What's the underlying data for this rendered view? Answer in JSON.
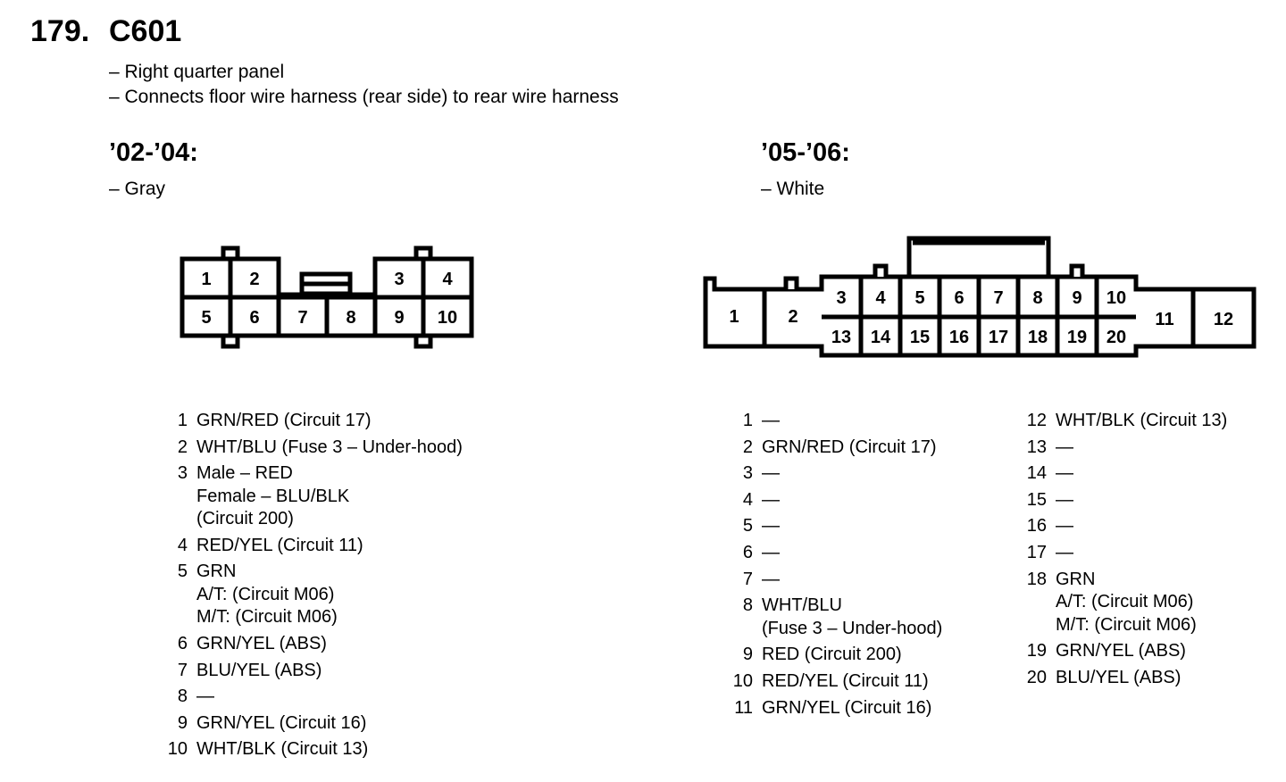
{
  "header": {
    "number": "179.",
    "connector": "C601"
  },
  "description": [
    "– Right quarter panel",
    "– Connects floor wire harness (rear side) to rear wire harness"
  ],
  "left": {
    "heading": "’02-’04:",
    "color": "– Gray",
    "cavities": [
      "1",
      "2",
      "3",
      "4",
      "5",
      "6",
      "7",
      "8",
      "9",
      "10"
    ],
    "pins": [
      {
        "num": "1",
        "lines": [
          "GRN/RED (Circuit 17)"
        ]
      },
      {
        "num": "2",
        "lines": [
          "WHT/BLU (Fuse 3 – Under-hood)"
        ]
      },
      {
        "num": "3",
        "lines": [
          "Male – RED",
          "Female – BLU/BLK",
          "(Circuit 200)"
        ]
      },
      {
        "num": "4",
        "lines": [
          "RED/YEL (Circuit 11)"
        ]
      },
      {
        "num": "5",
        "lines": [
          "GRN",
          "A/T: (Circuit M06)",
          "M/T: (Circuit M06)"
        ]
      },
      {
        "num": "6",
        "lines": [
          "GRN/YEL (ABS)"
        ]
      },
      {
        "num": "7",
        "lines": [
          "BLU/YEL (ABS)"
        ]
      },
      {
        "num": "8",
        "lines": [
          "—"
        ]
      },
      {
        "num": "9",
        "lines": [
          "GRN/YEL (Circuit 16)"
        ]
      },
      {
        "num": "10",
        "lines": [
          "WHT/BLK (Circuit 13)"
        ]
      }
    ]
  },
  "right": {
    "heading": "’05-’06:",
    "color": "– White",
    "cavities": [
      "1",
      "2",
      "3",
      "4",
      "5",
      "6",
      "7",
      "8",
      "9",
      "10",
      "11",
      "12",
      "13",
      "14",
      "15",
      "16",
      "17",
      "18",
      "19",
      "20"
    ],
    "pins_col1": [
      {
        "num": "1",
        "lines": [
          "—"
        ]
      },
      {
        "num": "2",
        "lines": [
          "GRN/RED (Circuit 17)"
        ]
      },
      {
        "num": "3",
        "lines": [
          "—"
        ]
      },
      {
        "num": "4",
        "lines": [
          "—"
        ]
      },
      {
        "num": "5",
        "lines": [
          "—"
        ]
      },
      {
        "num": "6",
        "lines": [
          "—"
        ]
      },
      {
        "num": "7",
        "lines": [
          "—"
        ]
      },
      {
        "num": "8",
        "lines": [
          "WHT/BLU",
          "(Fuse 3 – Under-hood)"
        ]
      },
      {
        "num": "9",
        "lines": [
          "RED (Circuit 200)"
        ]
      },
      {
        "num": "10",
        "lines": [
          "RED/YEL (Circuit 11)"
        ]
      },
      {
        "num": "11",
        "lines": [
          "GRN/YEL (Circuit 16)"
        ]
      }
    ],
    "pins_col2": [
      {
        "num": "12",
        "lines": [
          "WHT/BLK (Circuit 13)"
        ]
      },
      {
        "num": "13",
        "lines": [
          "—"
        ]
      },
      {
        "num": "14",
        "lines": [
          "—"
        ]
      },
      {
        "num": "15",
        "lines": [
          "—"
        ]
      },
      {
        "num": "16",
        "lines": [
          "—"
        ]
      },
      {
        "num": "17",
        "lines": [
          "—"
        ]
      },
      {
        "num": "18",
        "lines": [
          "GRN",
          "A/T: (Circuit M06)",
          "M/T: (Circuit M06)"
        ]
      },
      {
        "num": "19",
        "lines": [
          "GRN/YEL (ABS)"
        ]
      },
      {
        "num": "20",
        "lines": [
          "BLU/YEL (ABS)"
        ]
      }
    ]
  }
}
